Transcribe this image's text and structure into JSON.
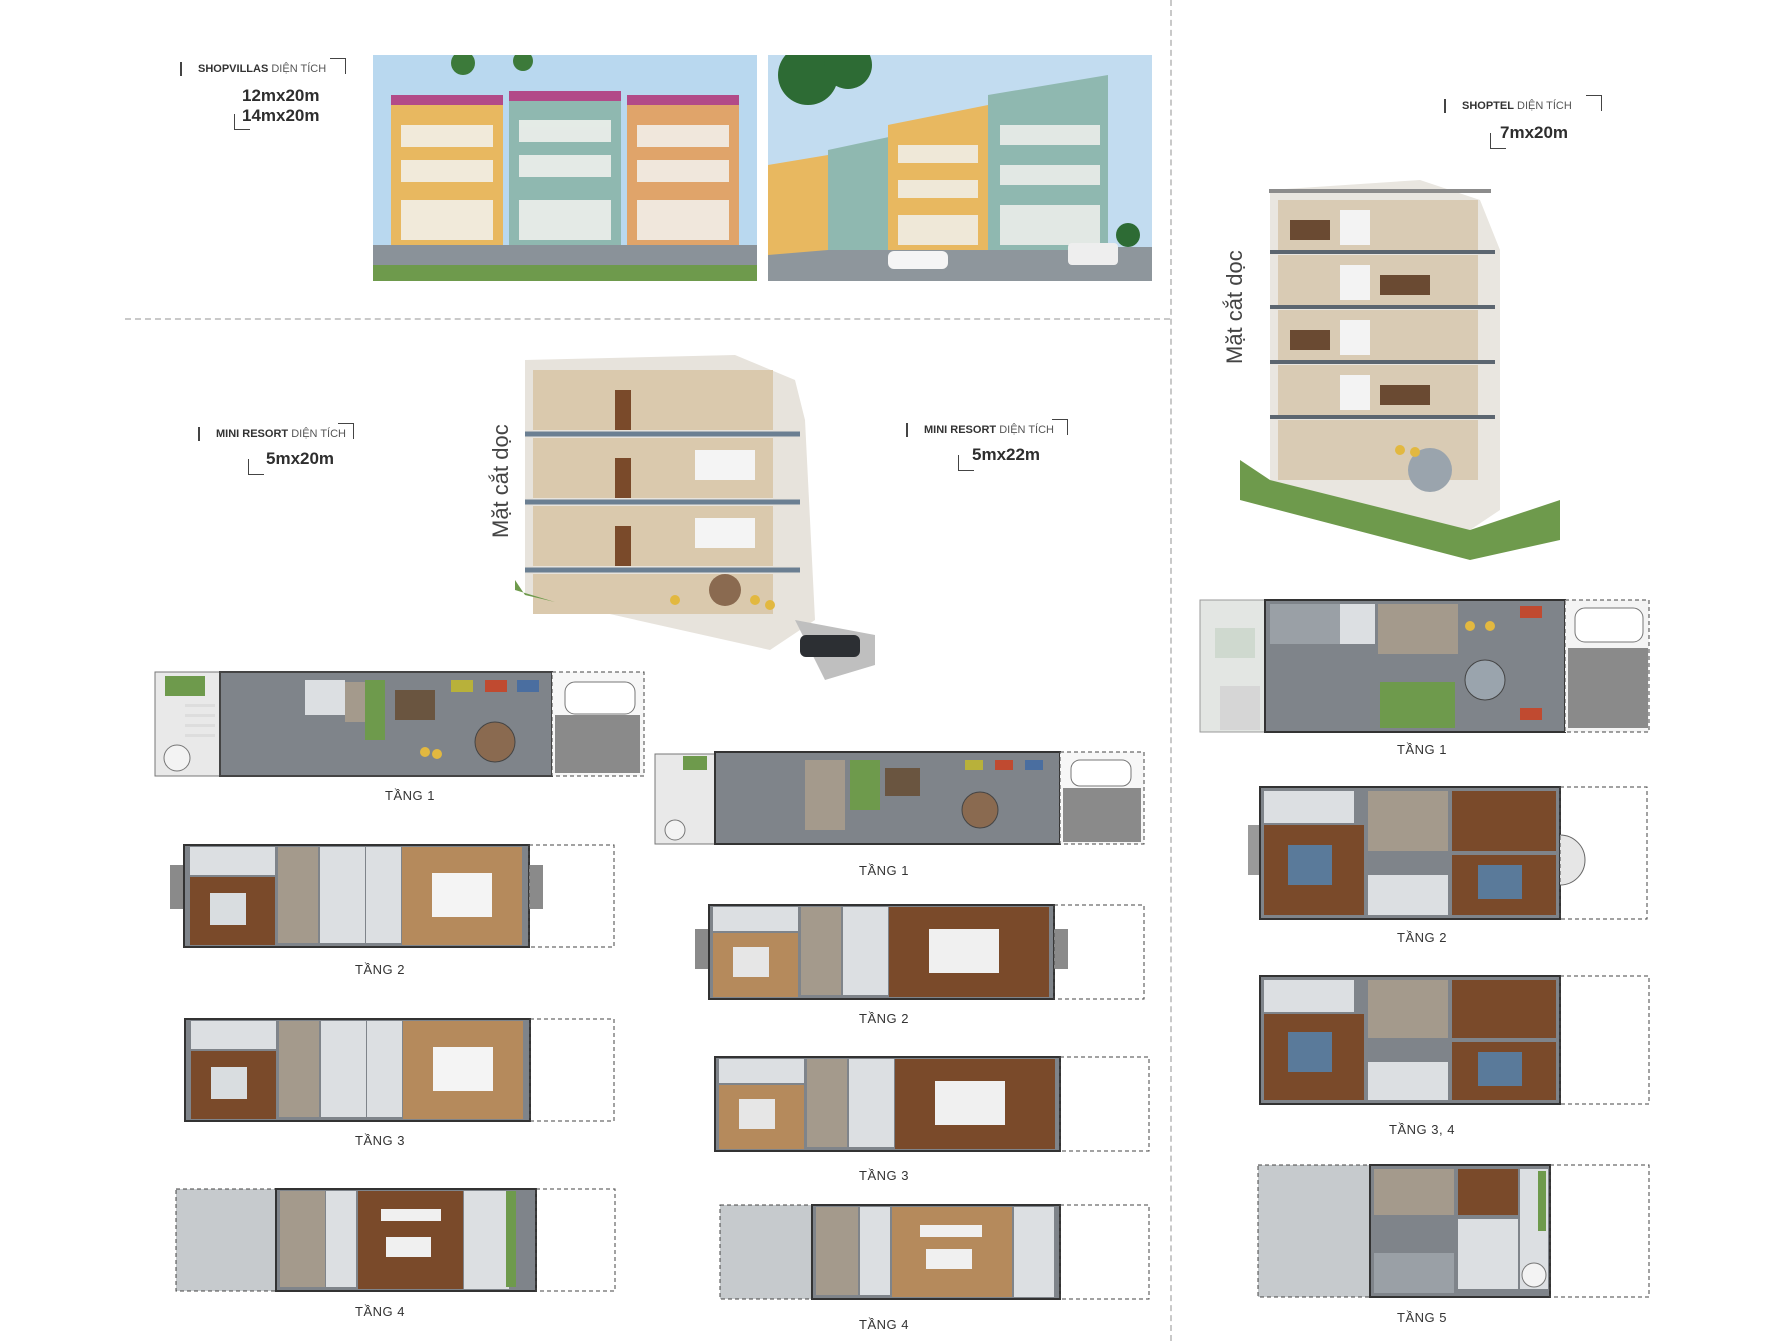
{
  "shopvillas": {
    "name": "SHOPVILLAS",
    "area_word": "DIỆN TÍCH",
    "dims": [
      "12mx20m",
      "14mx20m"
    ]
  },
  "shoptel": {
    "name": "SHOPTEL",
    "area_word": "DIỆN TÍCH",
    "dims": [
      "7mx20m"
    ]
  },
  "mini_resort_a": {
    "name": "MINI RESORT",
    "area_word": "DIỆN TÍCH",
    "dims": [
      "5mx20m"
    ]
  },
  "mini_resort_b": {
    "name": "MINI RESORT",
    "area_word": "DIỆN TÍCH",
    "dims": [
      "5mx22m"
    ]
  },
  "section_label": "Mặt cắt dọc",
  "floor_plans": {
    "mini_resort_5x20": [
      "TẦNG 1",
      "TẦNG 2",
      "TẦNG 3",
      "TẦNG 4"
    ],
    "mini_resort_5x22": [
      "TẦNG 1",
      "TẦNG 2",
      "TẦNG 3",
      "TẦNG 4"
    ],
    "shoptel_7x20": [
      "TẦNG 1",
      "TẦNG 2",
      "TẦNG 3, 4",
      "TẦNG 5"
    ]
  },
  "colors": {
    "wood_dark": "#7a4a2a",
    "wood_light": "#b58a5c",
    "floor_grey": "#7f848a",
    "bath_light": "#dcdfe2",
    "stair": "#a49a8c",
    "grass": "#6e9a4c",
    "facade_yellow": "#e8b860",
    "facade_teal": "#8fb8b0",
    "sky": "#b9d8ef"
  }
}
